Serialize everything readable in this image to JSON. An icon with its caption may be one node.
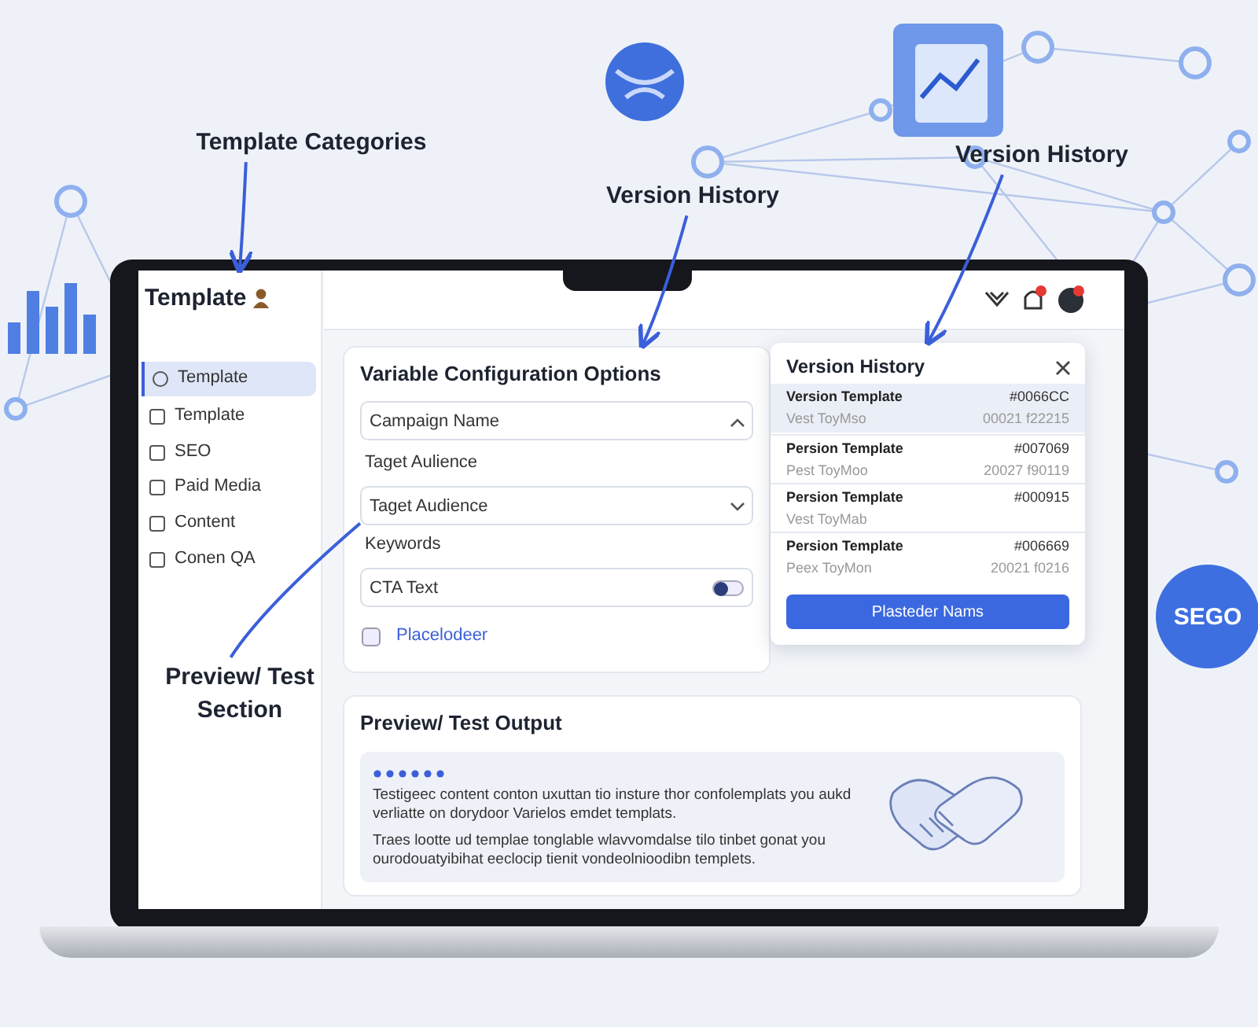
{
  "diagram": {
    "nodes": [
      {
        "text": [
          "Template Categories"
        ]
      },
      {
        "text": [
          "Version History"
        ]
      },
      {
        "text": [
          "Version History"
        ]
      },
      {
        "text": [
          "Template"
        ]
      },
      {
        "text": [
          "Template"
        ],
        "in": 3
      },
      {
        "text": [
          "Template"
        ],
        "in": 3
      },
      {
        "text": [
          "SEO"
        ],
        "in": 3
      },
      {
        "text": [
          "Paid Media"
        ],
        "in": 3
      },
      {
        "text": [
          "Content"
        ],
        "in": 3
      },
      {
        "text": [
          "Conen QA"
        ],
        "in": 3
      },
      {
        "text": [
          "Variable Configuration Options"
        ]
      },
      {
        "text": [
          "Campaign Name"
        ],
        "in": 10
      },
      {
        "text": [
          "Taget Audience"
        ],
        "in": 10
      },
      {
        "text": [
          "CTA Text"
        ],
        "in": 10
      },
      {
        "text": [
          "Version History"
        ]
      },
      {
        "text": [
          "Version Template",
          "#0066CC",
          "Vest ToyMso",
          "00021 f22215"
        ],
        "in": 14
      },
      {
        "text": [
          "Persion Template",
          "#007069",
          "Pest ToyMoo",
          "20027 f90119"
        ],
        "in": 14
      },
      {
        "text": [
          "Persion Template",
          "#000915",
          "Vest ToyMab"
        ],
        "in": 14
      },
      {
        "text": [
          "Persion Template",
          "#006669",
          "Peex ToyMon",
          "20021 f0216"
        ],
        "in": 14
      },
      {
        "text": [
          "Plasteder Nams"
        ],
        "in": 14
      },
      {
        "text": [
          "Preview/ Test Output"
        ]
      },
      {
        "text": [
          "Testigeec content conton uxuttan tio insture thor confolemplats you aukd verliatte on dorydoor Varielos emdet templats.",
          "Traes lootte ud templae tonglable wlavvomdalse tilo tinbet gonat you ourodouatyibihat eeclocip tienit vondeolnioodibn templets."
        ],
        "in": 20
      },
      {
        "text": [],
        "shape": "picture",
        "in": 21
      },
      {
        "text": [
          "SEGO"
        ]
      },
      {
        "text": [
          "Preview/ Test Section"
        ],
        "in": 3
      }
    ],
    "edges": [
      {
        "from": 0,
        "to": 3,
        "arrow": "to"
      },
      {
        "from": 2,
        "to": 10,
        "arrow": "to"
      },
      {
        "from": 1,
        "to": 14,
        "arrow": "to"
      },
      {
        "from": 24,
        "to": 12,
        "arrow": "none"
      }
    ],
    "labels": [
      "Taget Aulience",
      "Keywords",
      "Placelodeer"
    ]
  }
}
